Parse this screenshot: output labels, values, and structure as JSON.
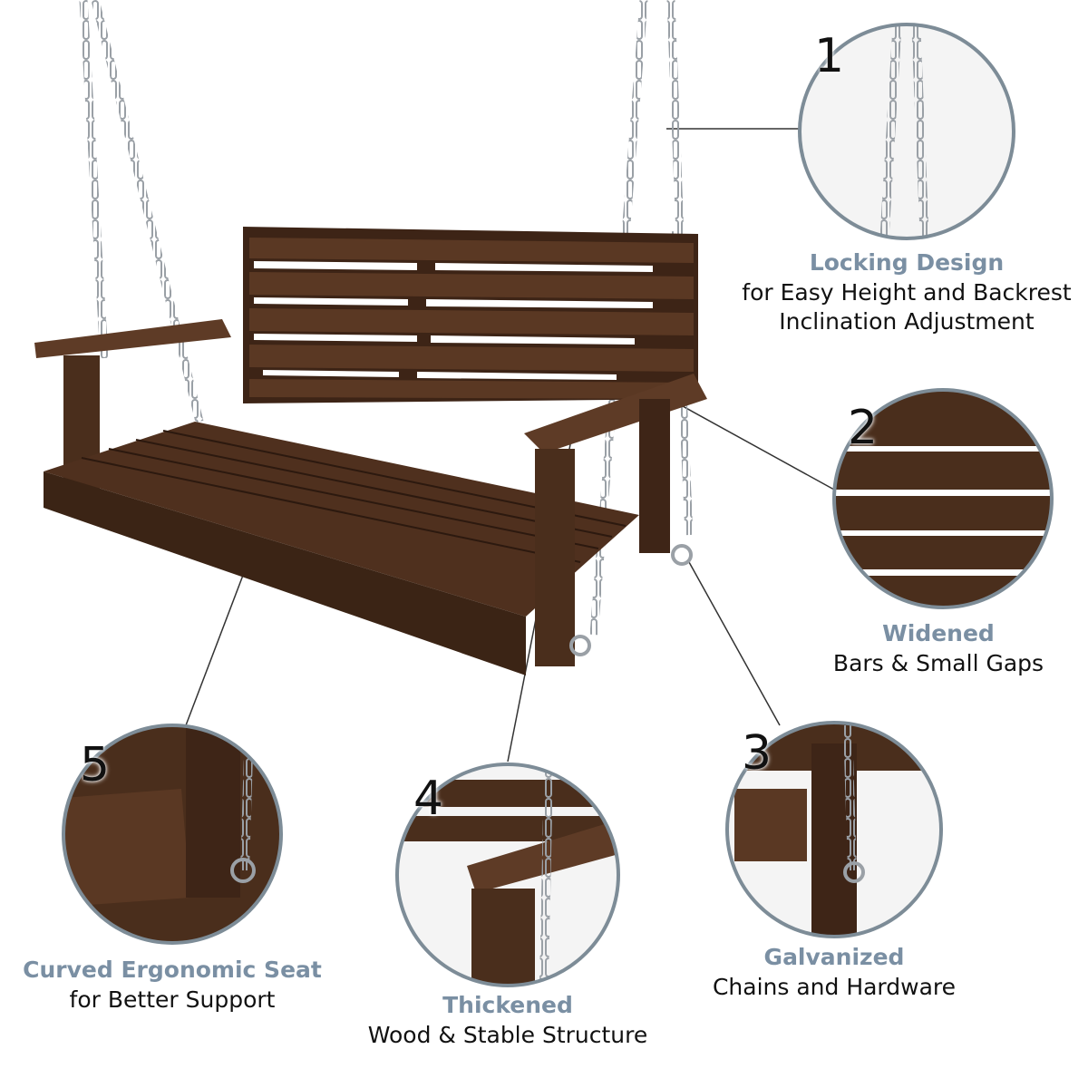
{
  "features": [
    {
      "number": "1",
      "highlight": "Locking Design",
      "lines": [
        "for Easy Height and Backrest",
        "Inclination Adjustment"
      ]
    },
    {
      "number": "2",
      "highlight": "Widened",
      "lines": [
        "Bars & Small Gaps"
      ]
    },
    {
      "number": "3",
      "highlight": "Galvanized",
      "lines": [
        "Chains and Hardware"
      ]
    },
    {
      "number": "4",
      "highlight": "Thickened",
      "lines": [
        "Wood & Stable Structure"
      ]
    },
    {
      "number": "5",
      "highlight": "Curved Ergonomic Seat",
      "lines": [
        "for Better Support"
      ]
    }
  ],
  "colors": {
    "wood": "#4a2e1c",
    "wood_light": "#6b4530",
    "circle_border": "#7d8c97",
    "highlight": "#7a8fa3"
  }
}
